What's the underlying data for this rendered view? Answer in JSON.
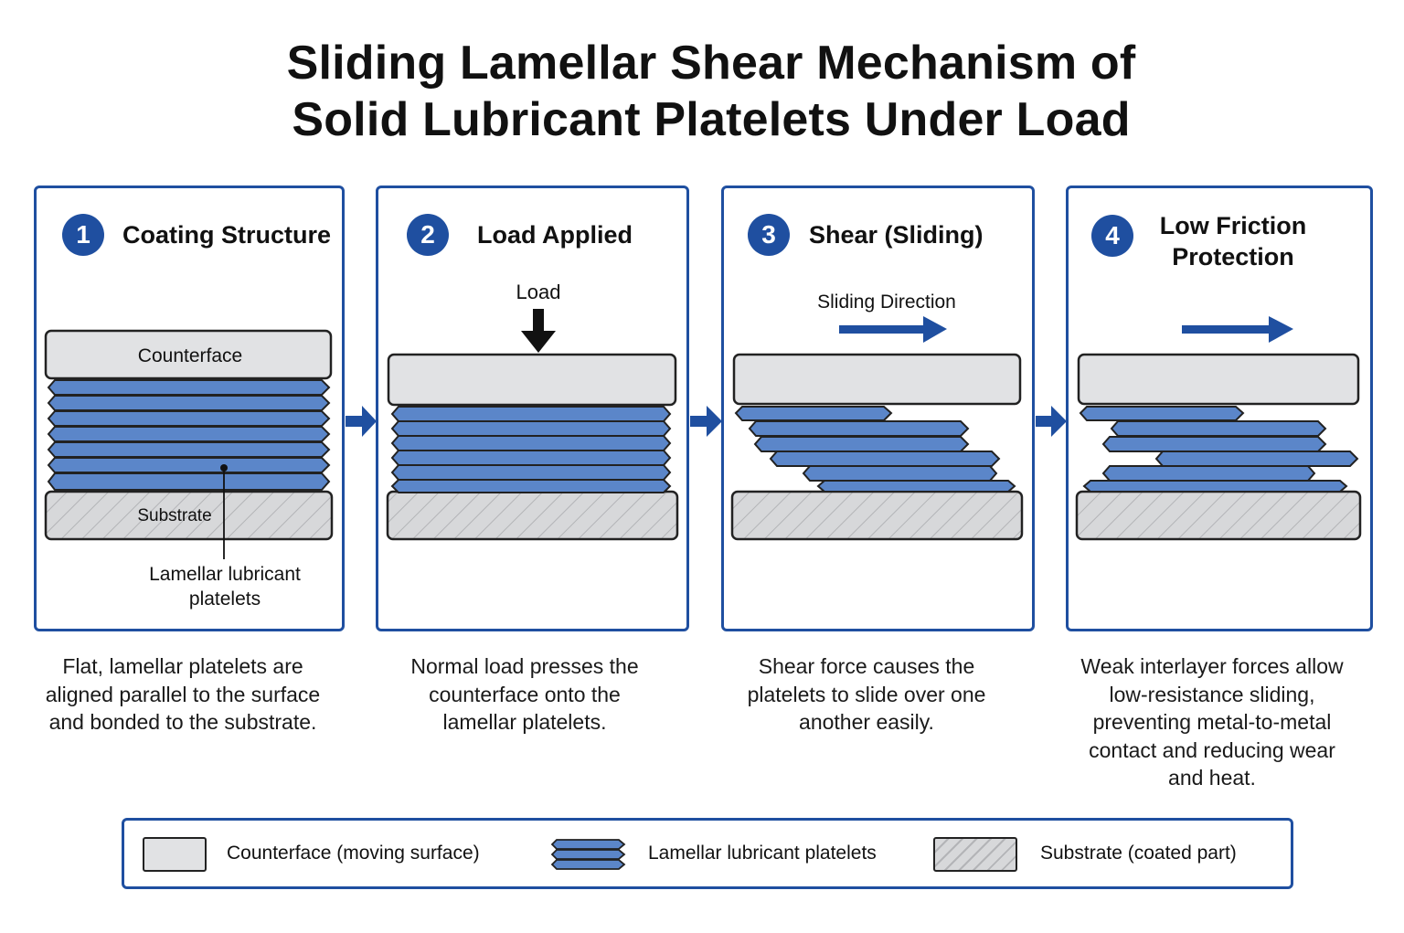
{
  "title": {
    "line1": "Sliding Lamellar Shear Mechanism of",
    "line2": "Solid Lubricant Platelets Under Load"
  },
  "panels": [
    {
      "number": "1",
      "title": "Coating Structure",
      "labels": {
        "counterface": "Counterface",
        "substrate": "Substrate",
        "platelets_line1": "Lamellar lubricant",
        "platelets_line2": "platelets"
      },
      "caption": "Flat, lamellar platelets are aligned parallel to the surface and bonded to the substrate."
    },
    {
      "number": "2",
      "title": "Load Applied",
      "labels": {
        "load": "Load"
      },
      "caption": "Normal load presses the counterface onto the lamellar platelets."
    },
    {
      "number": "3",
      "title": "Shear (Sliding)",
      "labels": {
        "sliding_direction": "Sliding Direction"
      },
      "caption": "Shear force causes the platelets to slide over one another easily."
    },
    {
      "number": "4",
      "title_line1": "Low Friction",
      "title_line2": "Protection",
      "caption": "Weak interlayer forces allow low-resistance sliding, preventing metal-to-metal contact and reducing wear and heat."
    }
  ],
  "legend": {
    "counterface": "Counterface (moving surface)",
    "platelets": "Lamellar lubricant platelets",
    "substrate": "Substrate (coated part)"
  },
  "colors": {
    "accent_blue": "#1f4fa0",
    "platelet_fill": "#5b86c9",
    "counterface_fill": "#e1e2e4",
    "substrate_fill": "#d7d8da",
    "outline": "#222222"
  }
}
